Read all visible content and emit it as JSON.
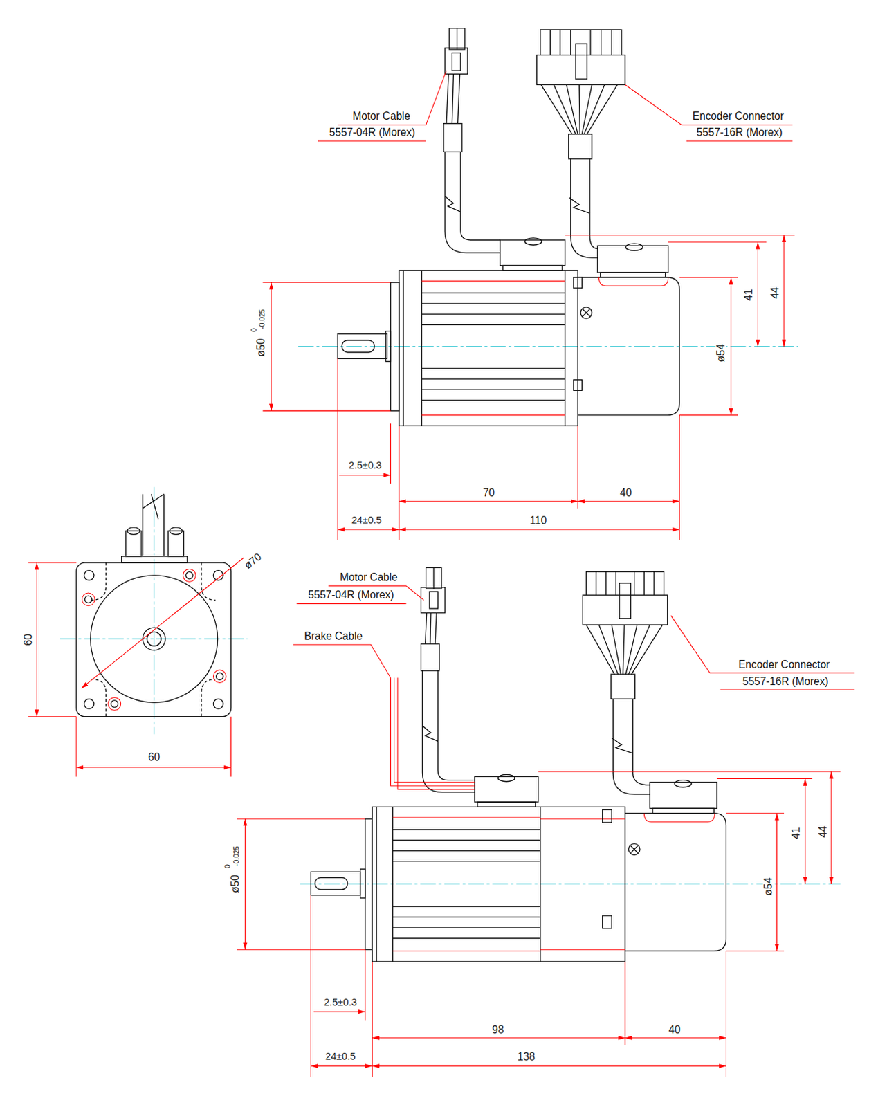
{
  "diagram": {
    "labels": [
      "Motor Cable",
      "5557-04R (Morex)",
      "Encoder Connector",
      "5557-16R (Morex)",
      "41",
      "44",
      "ø50",
      "0",
      "-0.025",
      "ø54",
      "2.5±0.3",
      "70",
      "40",
      "24±0.5",
      "110",
      "ø70",
      "60",
      "60",
      "Motor Cable",
      "5557-04R (Morex)",
      "Brake Cable",
      "Encoder Connector",
      "5557-16R (Morex)",
      "41",
      "44",
      "ø50",
      "0",
      "-0.025",
      "ø54",
      "2.5±0.3",
      "98",
      "40",
      "24±0.5",
      "138"
    ]
  }
}
